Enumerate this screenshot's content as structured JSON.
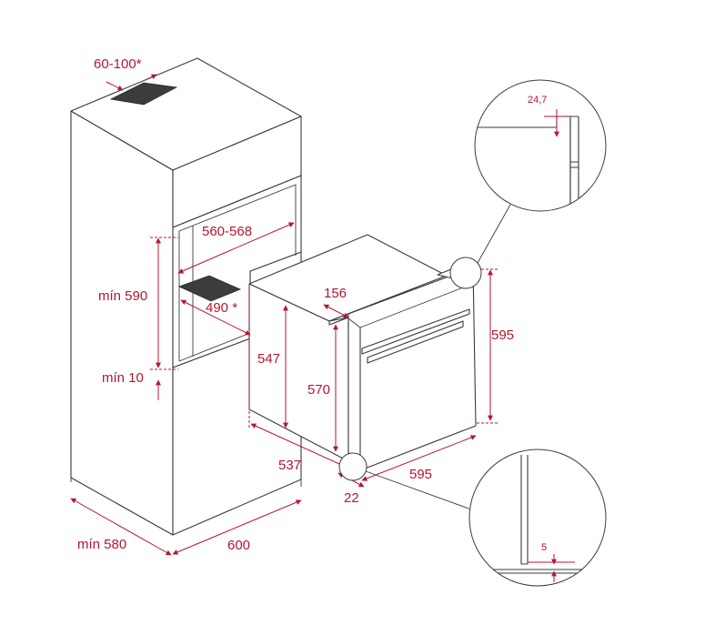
{
  "labels": {
    "ventilation_gap": "60-100*",
    "niche_width": "560-568",
    "shelf_depth": "490 *",
    "niche_height": "mín 590",
    "bottom_gap": "mín 10",
    "cabinet_depth": "mín 580",
    "cabinet_width": "600",
    "oven_depth_top": "156",
    "oven_body_height": "547",
    "oven_front_height": "570",
    "oven_total_height": "595",
    "oven_depth": "537",
    "oven_width": "595",
    "front_offset": "22",
    "detail_top_value": "24,7",
    "detail_bottom_value": "5"
  },
  "colors": {
    "dimension": "#b5162f",
    "outline": "#3a3a3a",
    "dark_panel": "#3c3c3c"
  }
}
